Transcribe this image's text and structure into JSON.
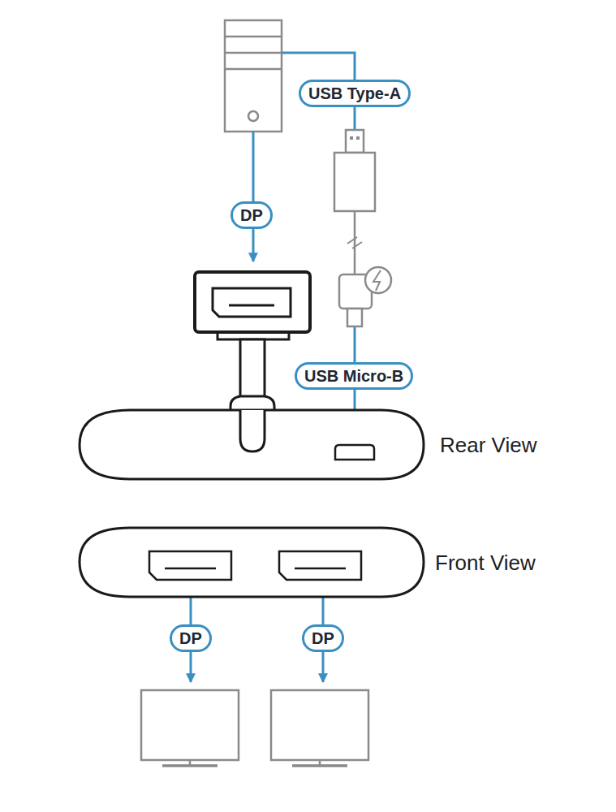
{
  "diagram": {
    "nodes": [
      {
        "text": [
          "USB Type-A"
        ]
      },
      {
        "text": [
          "DP"
        ]
      },
      {
        "text": [
          "USB Micro-B"
        ]
      },
      {
        "text": [
          "DP"
        ]
      },
      {
        "text": [
          "DP"
        ]
      }
    ],
    "labels": [
      "Rear View",
      "Front View"
    ]
  }
}
